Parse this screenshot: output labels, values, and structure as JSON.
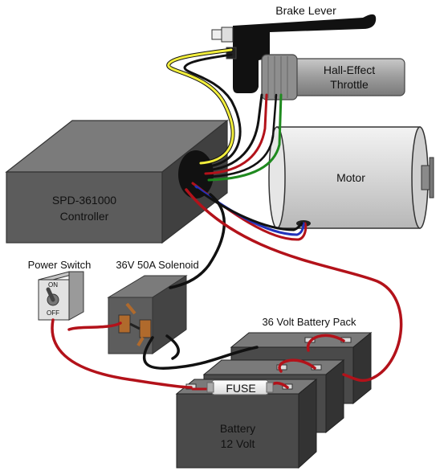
{
  "labels": {
    "brake_lever": "Brake Lever",
    "throttle_line1": "Hall-Effect",
    "throttle_line2": "Throttle",
    "motor": "Motor",
    "controller_line1": "SPD-361000",
    "controller_line2": "Controller",
    "power_switch": "Power Switch",
    "switch_on": "ON",
    "switch_off": "OFF",
    "solenoid": "36V 50A Solenoid",
    "battery_pack": "36 Volt Battery Pack",
    "fuse": "FUSE",
    "battery_line1": "Battery",
    "battery_line2": "12 Volt"
  },
  "colors": {
    "wire_red": "#b3121a",
    "wire_black": "#111111",
    "wire_yellow": "#f2ee3c",
    "wire_green": "#1f8a1f",
    "wire_blue": "#2233bb",
    "box_top": "#777777",
    "box_front": "#5a5a5a",
    "box_side": "#3f3f3f",
    "battery_front": "#4a4a4a",
    "motor_body": "#dddddd"
  }
}
